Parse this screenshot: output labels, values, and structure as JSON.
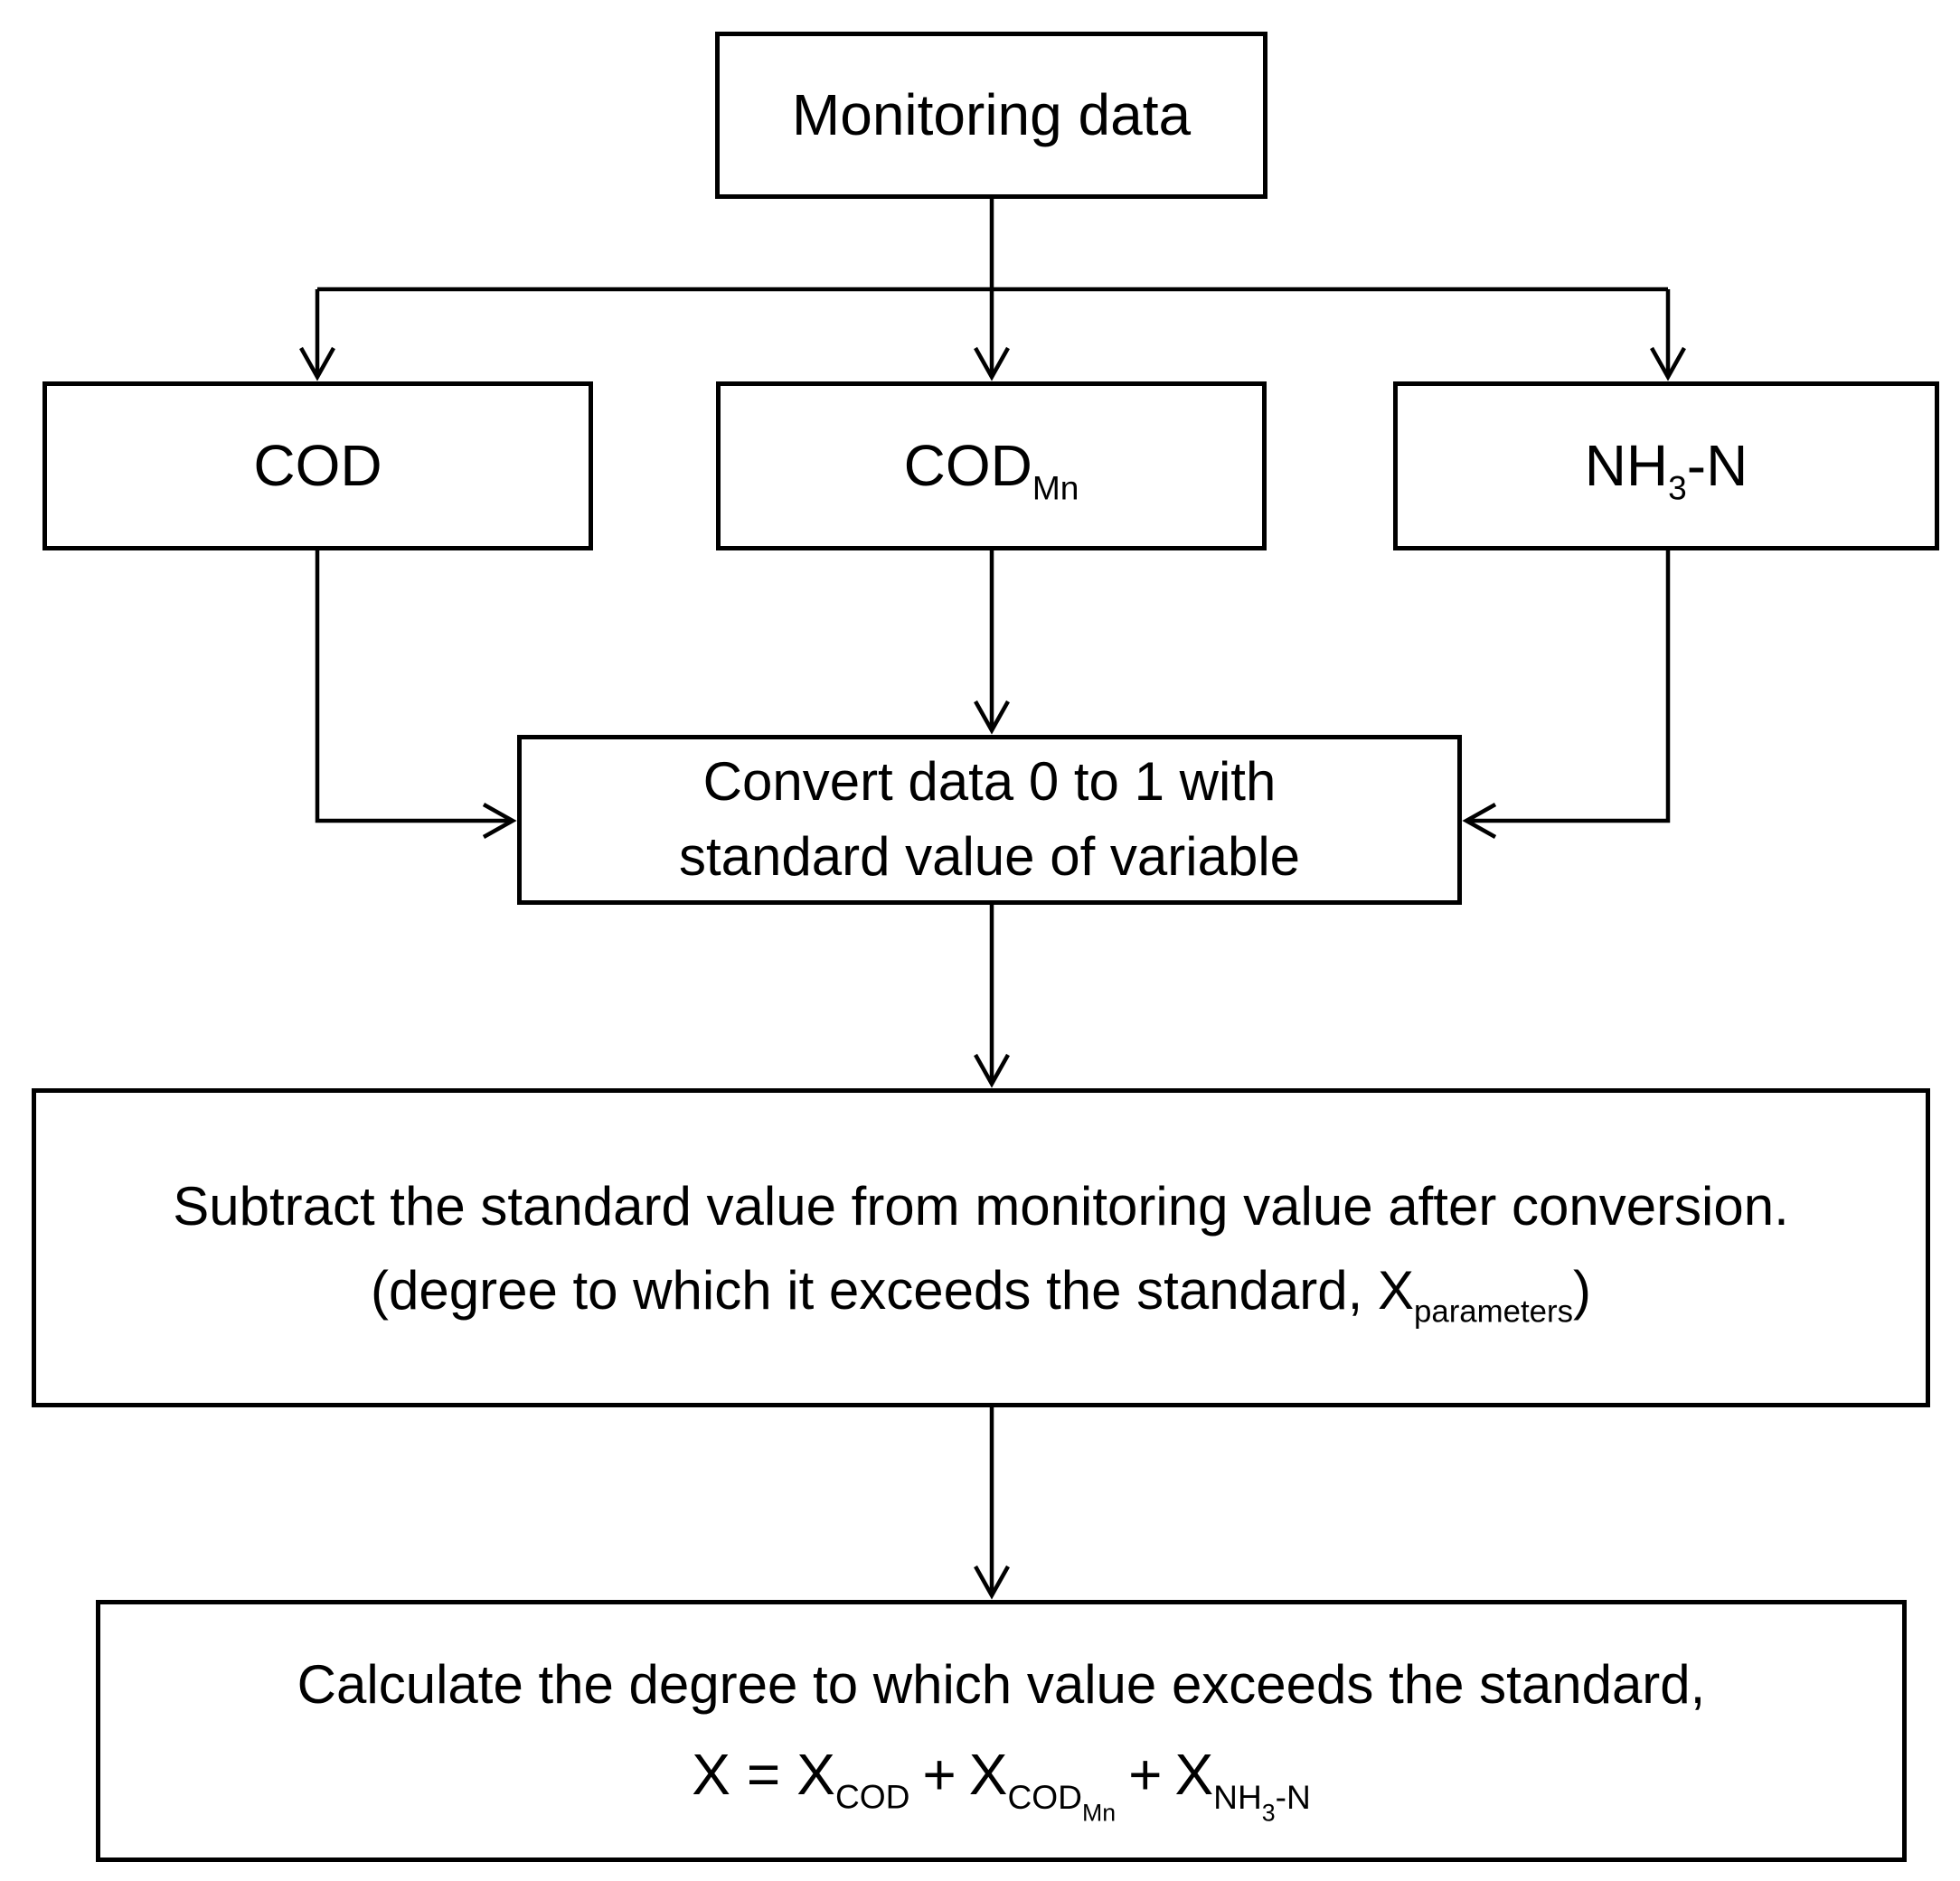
{
  "diagram": {
    "type": "flowchart",
    "colors": {
      "line": "#000000",
      "background": "#ffffff",
      "text": "#000000"
    },
    "nodes": {
      "monitoring": {
        "label": "Monitoring data"
      },
      "cod": {
        "label": "COD"
      },
      "codmn": {
        "base": "COD",
        "sub": "Mn"
      },
      "nh3n": {
        "pre": "NH",
        "sub": "3",
        "post": "-N"
      },
      "convert": {
        "line1": "Convert data 0 to 1 with",
        "line2": "standard value of variable"
      },
      "subtract": {
        "line1": "Subtract the standard value from monitoring value after conversion.",
        "line2_pre": "(degree to which it exceeds the standard, X",
        "line2_sub": "parameters",
        "line2_post": ")"
      },
      "calculate": {
        "line1": "Calculate the degree to which value exceeds the standard,",
        "formula": {
          "lhs": "X",
          "eq": "=",
          "x1": "X",
          "x1_sub": "COD",
          "plus1": "+",
          "x2": "X",
          "x2_sub": "COD",
          "x2_subsub": "Mn",
          "plus2": "+",
          "x3": "X",
          "x3_sub_pre": "NH",
          "x3_subsub": "3",
          "x3_sub_post": "-N"
        }
      }
    },
    "edges": [
      {
        "from": "monitoring",
        "to": "cod"
      },
      {
        "from": "monitoring",
        "to": "codmn"
      },
      {
        "from": "monitoring",
        "to": "nh3n"
      },
      {
        "from": "cod",
        "to": "convert"
      },
      {
        "from": "codmn",
        "to": "convert"
      },
      {
        "from": "nh3n",
        "to": "convert"
      },
      {
        "from": "convert",
        "to": "subtract"
      },
      {
        "from": "subtract",
        "to": "calculate"
      }
    ]
  }
}
